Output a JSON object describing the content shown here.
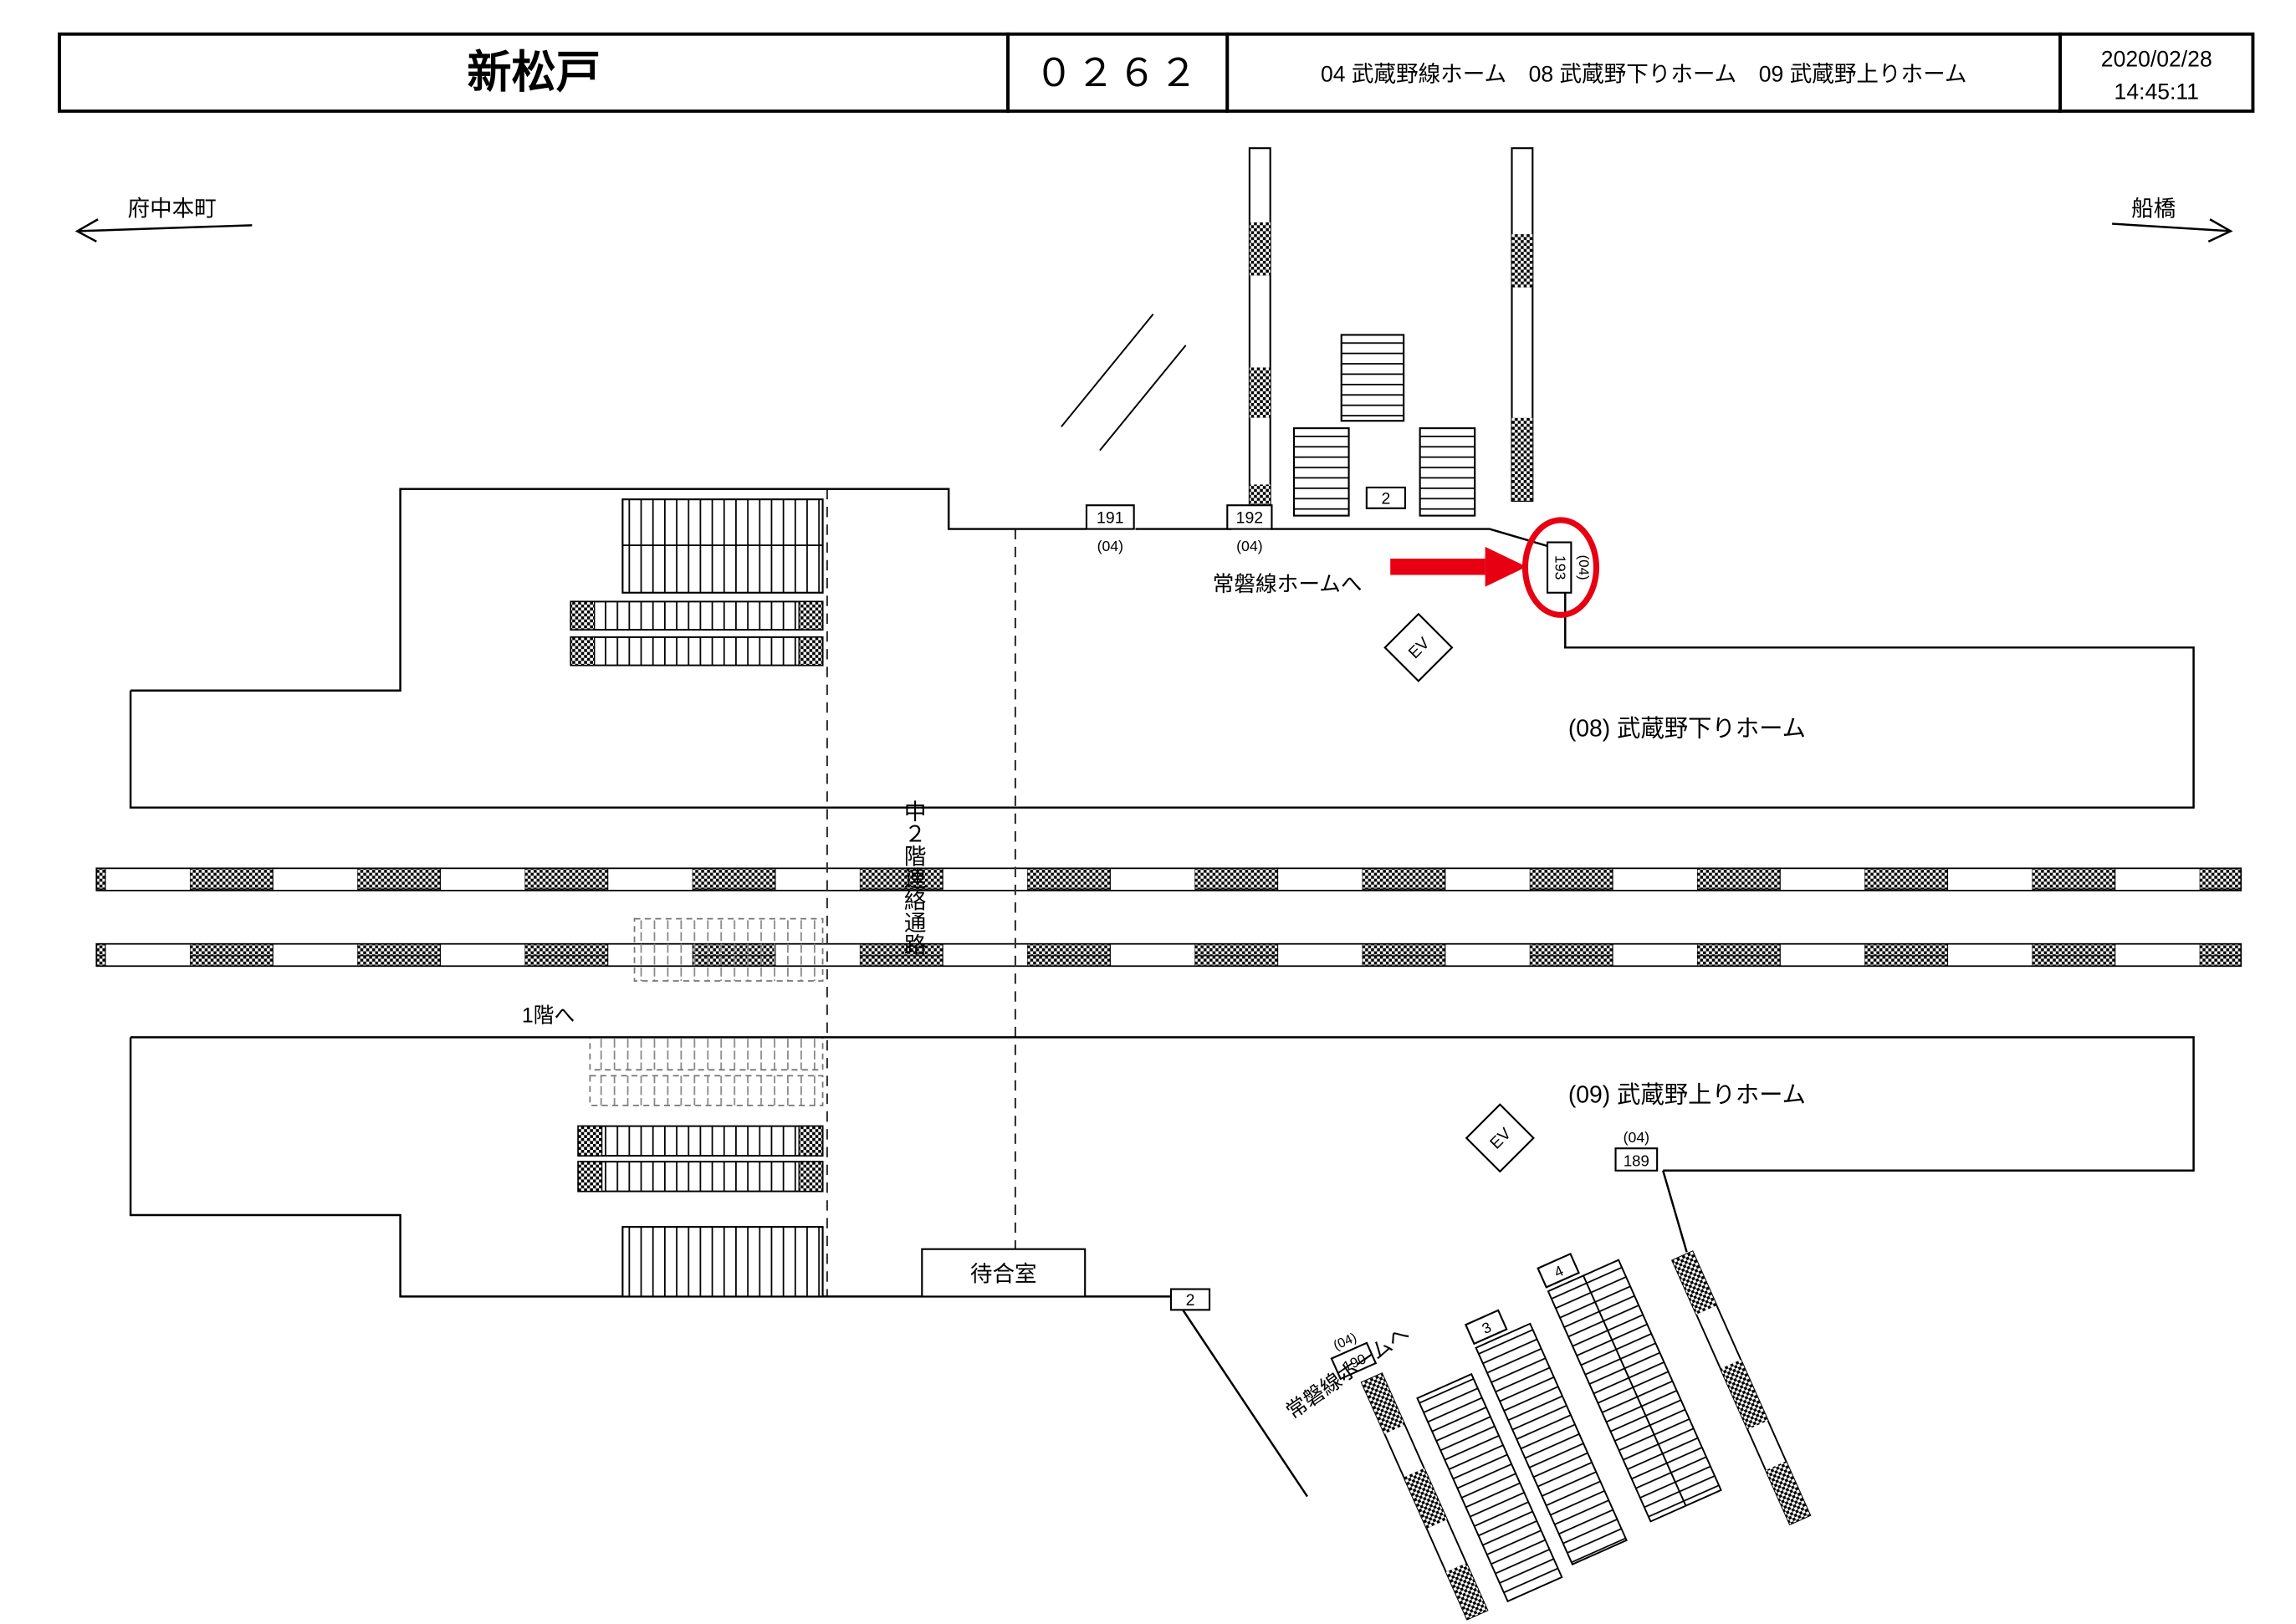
{
  "header": {
    "station_name": "新松戸",
    "station_code": "０２６２",
    "platform_list": "04 武蔵野線ホーム　08 武蔵野下りホーム　09 武蔵野上りホーム",
    "date": "2020/02/28",
    "time": "14:45:11"
  },
  "directions": {
    "left": "府中本町",
    "right": "船橋"
  },
  "labels": {
    "platform_08": "(08) 武蔵野下りホーム",
    "platform_09": "(09) 武蔵野上りホーム",
    "to_joban_upper": "常磐線ホームへ",
    "to_joban_lower": "常磐線ホームへ",
    "mezzanine": "中２階連絡通路",
    "to_first_floor": "1階へ",
    "waiting_room": "待合室",
    "ev": "EV",
    "unit_04": "(04)"
  },
  "cameras": {
    "c191": "191",
    "c192": "192",
    "c193": "193",
    "c189": "189",
    "c190": "190"
  },
  "stairs": {
    "s2_top": "2",
    "s2_bottom": "2",
    "s3": "3",
    "s4": "4"
  },
  "colors": {
    "highlight": "#e60012"
  }
}
